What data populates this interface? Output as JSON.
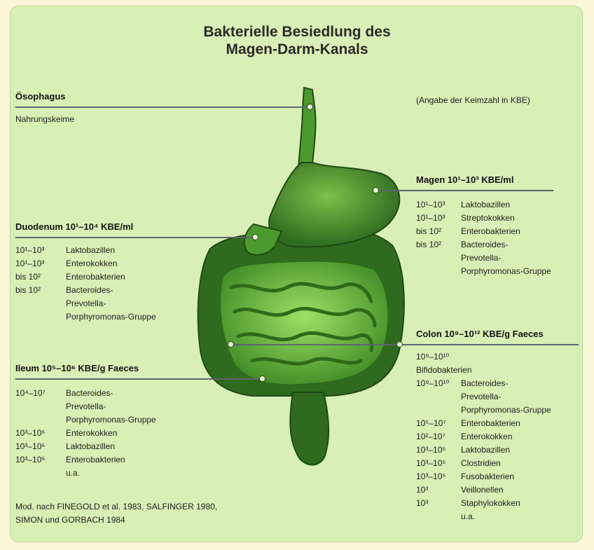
{
  "title_line1": "Bakterielle Besiedlung des",
  "title_line2": "Magen-Darm-Kanals",
  "note": "(Angabe der Keimzahl in KBE)",
  "oesophagus": {
    "header": "Ösophagus",
    "sub": "Nahrungskeime"
  },
  "magen": {
    "header": "Magen 10¹–10³ KBE/ml",
    "rows": [
      {
        "value": "10¹–10³",
        "name": "Laktobazillen"
      },
      {
        "value": "10¹–10³",
        "name": "Streptokokken"
      },
      {
        "value": "bis 10²",
        "name": "Enterobakterien"
      },
      {
        "value": "bis 10²",
        "name": "Bacteroides-"
      },
      {
        "value": "",
        "name": "Prevotella-"
      },
      {
        "value": "",
        "name": "Porphyromonas-Gruppe"
      }
    ]
  },
  "duodenum": {
    "header": "Duodenum 10¹–10⁴ KBE/ml",
    "rows": [
      {
        "value": "10¹–10³",
        "name": "Laktobazillen"
      },
      {
        "value": "10¹–10³",
        "name": "Enterokokken"
      },
      {
        "value": "bis 10²",
        "name": "Enterobakterien"
      },
      {
        "value": "bis 10²",
        "name": "Bacteroides-"
      },
      {
        "value": "",
        "name": "Prevotella-"
      },
      {
        "value": "",
        "name": "Porphyromonas-Gruppe"
      }
    ]
  },
  "ileum": {
    "header": "Ileum 10⁵–10⁶ KBE/g Faeces",
    "rows": [
      {
        "value": "10⁴–10⁷",
        "name": "Bacteroides-"
      },
      {
        "value": "",
        "name": "Prevotella-"
      },
      {
        "value": "",
        "name": "Porphyromonas-Gruppe"
      },
      {
        "value": "10³–10⁶",
        "name": "Enterokokken"
      },
      {
        "value": "10³–10⁶",
        "name": "Laktobazillen"
      },
      {
        "value": "10³–10⁶",
        "name": "Enterobakterien"
      },
      {
        "value": "",
        "name": "u.a."
      }
    ]
  },
  "colon": {
    "header": "Colon 10⁹–10¹² KBE/g Faeces",
    "rows": [
      {
        "value": "10⁹–10¹⁰",
        "name": ""
      },
      {
        "value": "Bifidobakterien",
        "name": ""
      },
      {
        "value": "10⁹–10¹⁰",
        "name": "Bacteroides-"
      },
      {
        "value": "",
        "name": "Prevotella-"
      },
      {
        "value": "",
        "name": "Porphyromonas-Gruppe"
      },
      {
        "value": "10⁵–10⁷",
        "name": "Enterobakterien"
      },
      {
        "value": "10²–10⁷",
        "name": "Enterokokken"
      },
      {
        "value": "10³–10⁵",
        "name": "Laktobazillen"
      },
      {
        "value": "10³–10⁵",
        "name": "Clostridien"
      },
      {
        "value": "10³–10⁵",
        "name": "Fusobakterien"
      },
      {
        "value": "10³",
        "name": "Veillonellen"
      },
      {
        "value": "10³",
        "name": "Staphylokokken"
      },
      {
        "value": "",
        "name": "u.a."
      }
    ]
  },
  "source_line1": "Mod. nach FINEGOLD et al. 1983, SALFINGER 1980,",
  "source_line2": "SIMON und GORBACH 1984",
  "colors": {
    "background": "#d8efb6",
    "organ_dark": "#2f6a1f",
    "organ_mid": "#4c9a2e",
    "organ_light": "#8fd35a",
    "leader": "#5e6471"
  }
}
